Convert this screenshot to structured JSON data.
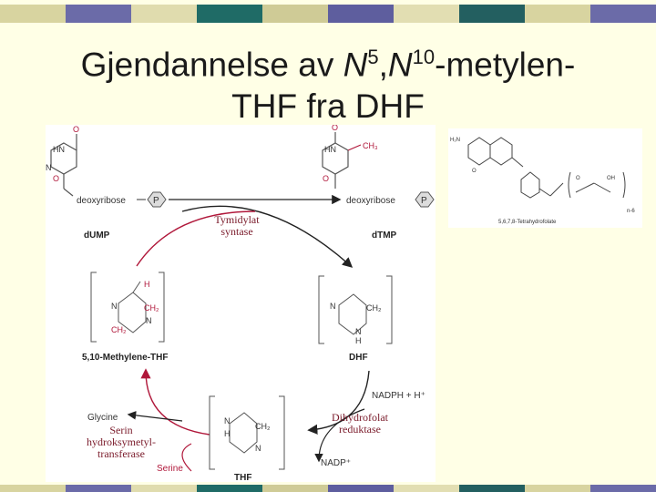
{
  "title": {
    "line1_pre": "Gjendannelse av ",
    "n": "N",
    "sup1": "5",
    "comma": ",",
    "sup2": "10",
    "line1_post": "-metylen-",
    "line2": "THF fra DHF"
  },
  "colors": {
    "background": "#ffffe6",
    "accent": "#b0173a",
    "stripe": [
      "#d8d4a0",
      "#6b6ba8",
      "#e0dcae",
      "#1f6b66",
      "#cfcb96",
      "#5e5e9e",
      "#e2deb2",
      "#235f60"
    ]
  },
  "diagram": {
    "dUMP": "dUMP",
    "dTMP": "dTMP",
    "deoxyribose": "deoxyribose",
    "phosphate": "P",
    "methylene_thf": "5,10-Methylene-THF",
    "dhf": "DHF",
    "thf": "THF",
    "glycine": "Glycine",
    "serine": "Serine",
    "nadph": "NADPH + H⁺",
    "nadp": "NADP⁺",
    "ch3": "CH₃",
    "ch2": "CH₂",
    "tetrahydrofolate": "5,6,7,8-Tetrahydrofolate"
  },
  "labels": {
    "tymidylat": "Tymidylat syntase",
    "dihydrofolat": "Dihydrofolat reduktase",
    "serin": "Serin hydroksymetyl- transferase"
  }
}
